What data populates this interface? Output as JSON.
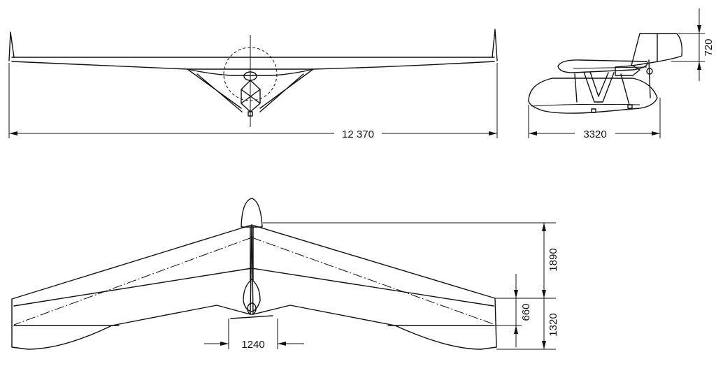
{
  "dimensions": {
    "span": "12 370",
    "side_length": "3320",
    "fin_height": "720",
    "root_chord_total": "1890",
    "mid_offset": "660",
    "tip_offset": "1320",
    "float_width": "1240"
  },
  "colors": {
    "ink": "#111111",
    "paper": "#ffffff"
  }
}
